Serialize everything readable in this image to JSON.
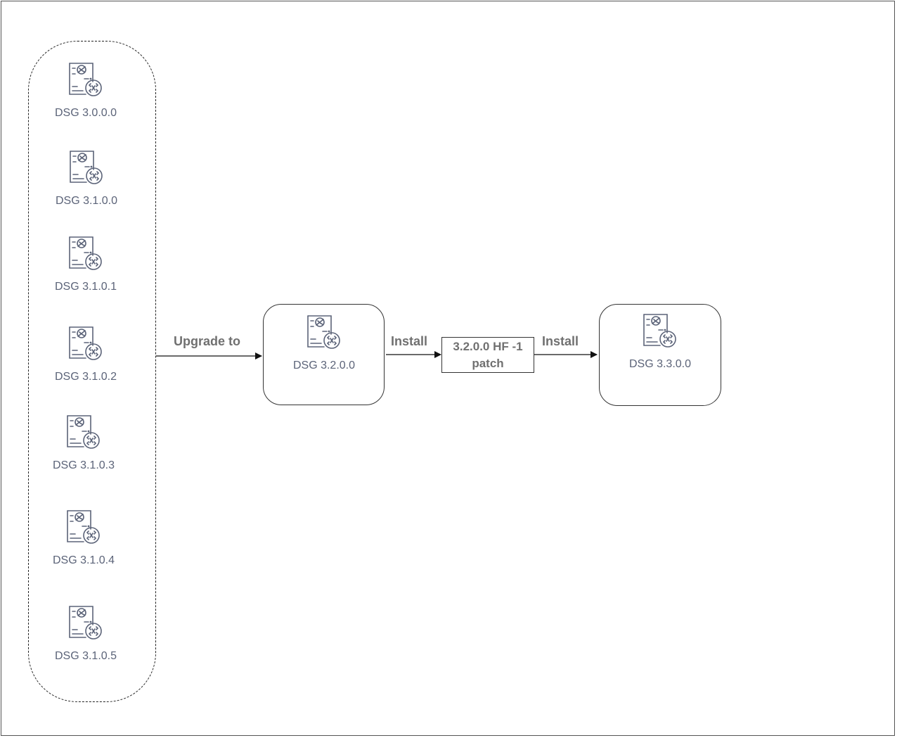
{
  "group_nodes": [
    {
      "label": "DSG 3.0.0.0",
      "icon": "server-icon"
    },
    {
      "label": "DSG 3.1.0.0",
      "icon": "server-icon"
    },
    {
      "label": "DSG 3.1.0.1",
      "icon": "server-icon"
    },
    {
      "label": "DSG 3.1.0.2",
      "icon": "server-icon"
    },
    {
      "label": "DSG 3.1.0.3",
      "icon": "server-icon"
    },
    {
      "label": "DSG 3.1.0.4",
      "icon": "server-icon"
    },
    {
      "label": "DSG 3.1.0.5",
      "icon": "server-icon"
    }
  ],
  "target_node": {
    "label": "DSG 3.2.0.0",
    "icon": "server-icon"
  },
  "final_node": {
    "label": "DSG 3.3.0.0",
    "icon": "server-icon"
  },
  "patch": {
    "line1": "3.2.0.0 HF -1",
    "line2": "patch"
  },
  "edges": {
    "upgrade_label": "Upgrade to",
    "install_label_1": "Install",
    "install_label_2": "Install"
  },
  "colors": {
    "label_text": "#5b6378",
    "edge_text": "#707070",
    "icon_stroke": "#5b6378"
  }
}
